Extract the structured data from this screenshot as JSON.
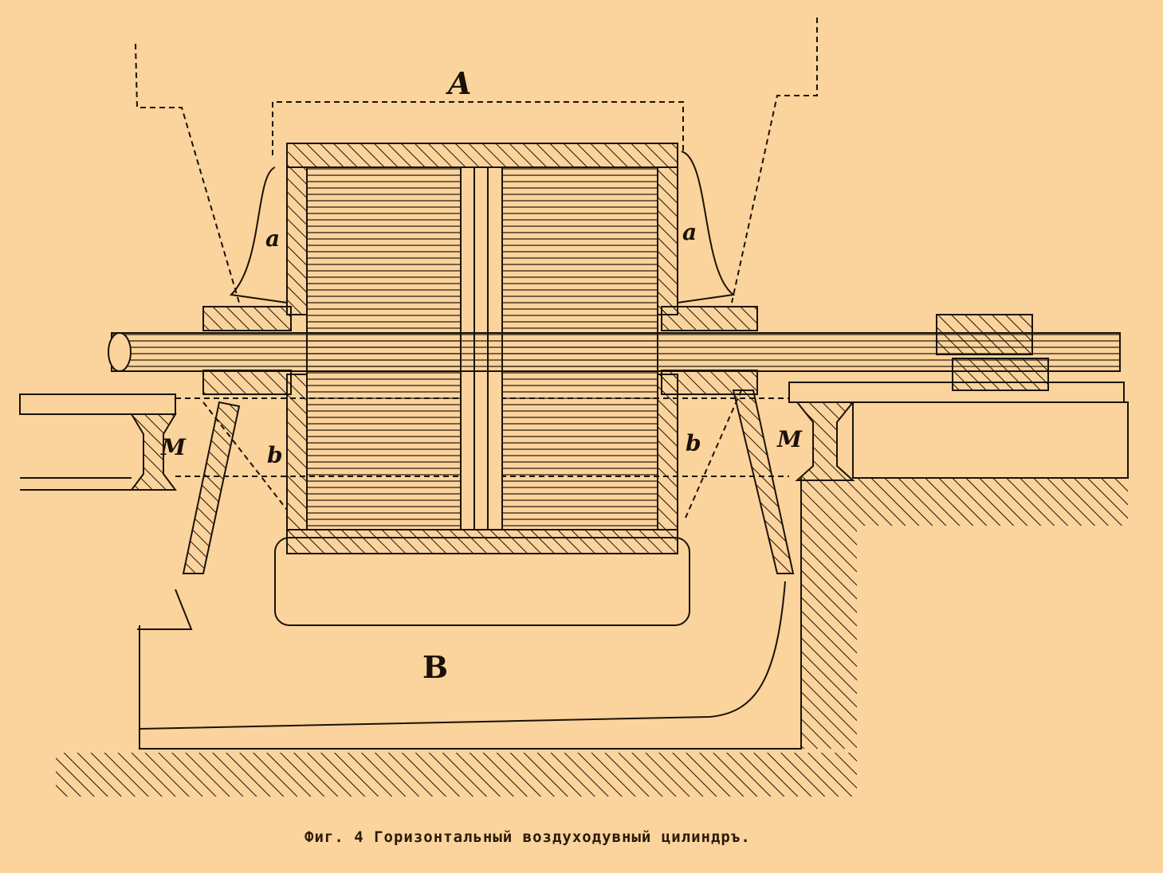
{
  "figure": {
    "caption": "Фиг. 4  Горизонтальный воздуходувный цилиндръ.",
    "labels": {
      "A": "A",
      "a_left": "a",
      "a_right": "a",
      "b_left": "b",
      "b_right": "b",
      "M_left": "M",
      "M_right": "M",
      "B": "B"
    },
    "colors": {
      "background": "#fbd39c",
      "ink": "#1a1208"
    }
  }
}
